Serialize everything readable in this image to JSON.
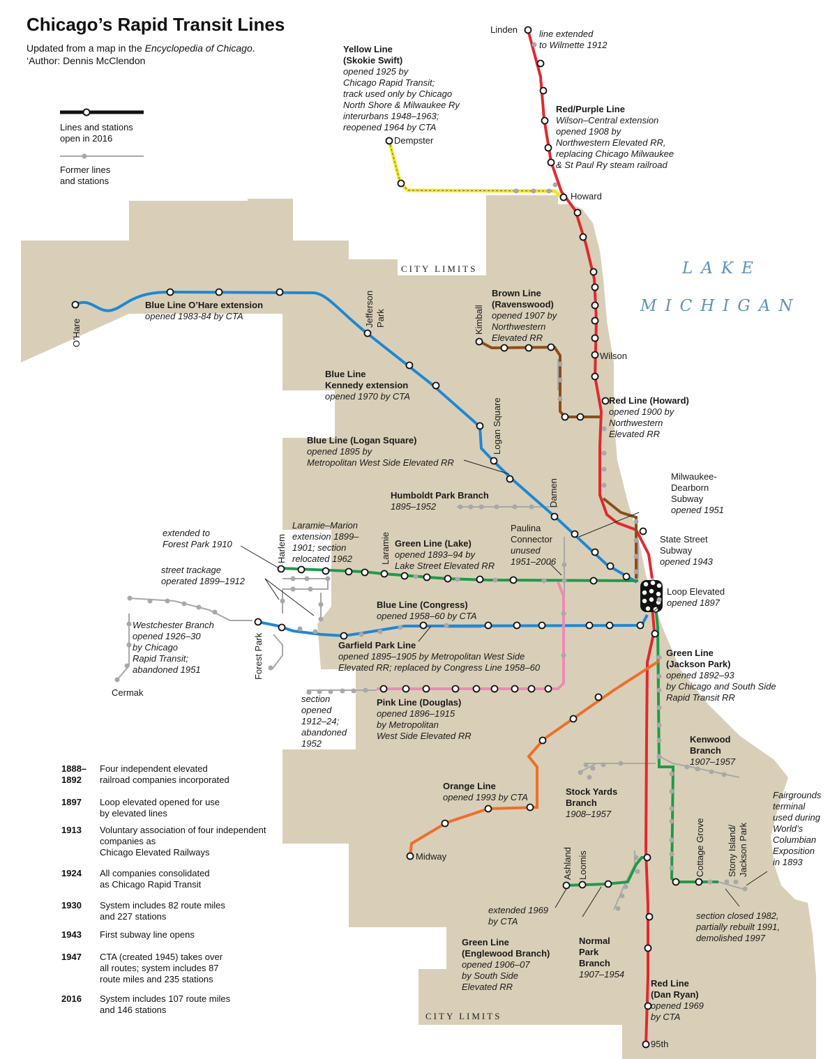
{
  "title": "Chicago’s Rapid Transit Lines",
  "subtitle": {
    "line1_pre": "Updated from a map in the ",
    "line1_italic": "Encyclopedia of Chicago",
    "line1_post": ".",
    "line2": "‘Author: Dennis McClendon"
  },
  "legend": {
    "current": [
      "Lines and stations",
      "open in 2016"
    ],
    "former": [
      "Former lines",
      "and stations"
    ]
  },
  "lake_label": [
    "LAKE",
    "MICHIGAN"
  ],
  "city_limits_label": "CITY LIMITS",
  "colors": {
    "land": "#d9cfb8",
    "blue": "#1e88d4",
    "red": "#e2282f",
    "green": "#1f9a4a",
    "brown": "#8b4e1a",
    "pink": "#ec8ab4",
    "orange": "#ef6e2a",
    "yellow": "#f4e623",
    "former": "#a8a8a8",
    "lake_text": "#5c93b8"
  },
  "stations": {
    "linden": "Linden",
    "dempster": "Dempster",
    "howard": "Howard",
    "ohare": "O’Hare",
    "jefferson_park": [
      "Jefferson",
      "Park"
    ],
    "kimball": "Kimball",
    "wilson": "Wilson",
    "logan_square": "Logan Square",
    "damen": "Damen",
    "harlem": "Harlem",
    "laramie": "Laramie",
    "forest_park": "Forest Park",
    "cermak": "Cermak",
    "midway": "Midway",
    "ashland": "Ashland",
    "loomis": "Loomis",
    "cottage_grove": "Cottage Grove",
    "stony_island": [
      "Stony Island/",
      "Jackson Park"
    ],
    "stop_95th": "95th"
  },
  "annotations": {
    "wilmette": [
      "line extended",
      "to Wilmette 1912"
    ],
    "yellow_line": {
      "title": [
        "Yellow Line",
        "(Skokie Swift)"
      ],
      "body": [
        "opened 1925 by",
        "Chicago Rapid Transit;",
        "track used only by Chicago",
        "North Shore & Milwaukee Ry",
        "interurbans 1948–1963;",
        "reopened 1964 by CTA"
      ]
    },
    "red_purple": {
      "title": [
        "Red/Purple Line"
      ],
      "body": [
        "Wilson–Central extension",
        "opened 1908 by",
        "Northwestern Elevated RR,",
        "replacing Chicago Milwaukee",
        "& St Paul Ry steam railroad"
      ]
    },
    "blue_ohare": {
      "title": [
        "Blue Line O’Hare extension"
      ],
      "body": [
        "opened 1983-84 by CTA"
      ]
    },
    "brown_line": {
      "title": [
        "Brown Line",
        "(Ravenswood)"
      ],
      "body": [
        "opened 1907 by",
        "Northwestern",
        "Elevated RR"
      ]
    },
    "blue_kennedy": {
      "title": [
        "Blue Line",
        "Kennedy extension"
      ],
      "body": [
        "opened 1970 by CTA"
      ]
    },
    "red_howard": {
      "title": [
        "Red Line (Howard)"
      ],
      "body": [
        "opened 1900 by",
        "Northwestern",
        "Elevated RR"
      ]
    },
    "blue_logan": {
      "title": [
        "Blue Line (Logan Square)"
      ],
      "body": [
        "opened 1895 by",
        "Metropolitan West Side Elevated RR"
      ]
    },
    "humboldt": {
      "title": [
        "Humboldt Park Branch"
      ],
      "body": [
        "1895–1952"
      ]
    },
    "milwaukee_dearborn": {
      "body": [
        "Milwaukee-",
        "Dearborn",
        "Subway"
      ],
      "italic": [
        "opened 1951"
      ]
    },
    "paulina": {
      "body": [
        "Paulina",
        "Connector"
      ],
      "italic": [
        "unused",
        "1951–2006"
      ]
    },
    "forest_park_ext": [
      "extended to",
      "Forest Park 1910"
    ],
    "laramie_marion": [
      "Laramie–Marion",
      "extension 1899–",
      "1901; section",
      "relocated 1962"
    ],
    "green_lake": {
      "title": [
        "Green Line (Lake)"
      ],
      "body": [
        "opened 1893–94 by",
        "Lake Street Elevated RR"
      ]
    },
    "state_street": {
      "body": [
        "State Street",
        "Subway"
      ],
      "italic": [
        "opened 1943"
      ]
    },
    "street_trackage": [
      "street trackage",
      "operated 1899–1912"
    ],
    "loop": {
      "body": [
        "Loop Elevated"
      ],
      "italic": [
        "opened 1897"
      ]
    },
    "westchester": [
      "Westchester Branch",
      "opened 1926–30",
      "by Chicago",
      "Rapid Transit;",
      "abandoned 1951"
    ],
    "blue_congress": {
      "title": [
        "Blue Line (Congress)"
      ],
      "body": [
        "opened 1958–60 by CTA"
      ]
    },
    "garfield": {
      "title": [
        "Garfield Park Line"
      ],
      "body": [
        "opened 1895–1905 by Metropolitan West Side",
        "Elevated RR; replaced by Congress Line 1958–60"
      ]
    },
    "green_jackson": {
      "title": [
        "Green Line",
        "(Jackson Park)"
      ],
      "body": [
        "opened 1892–93",
        "by Chicago and South Side",
        "Rapid Transit RR"
      ]
    },
    "pink_line": {
      "title": [
        "Pink Line (Douglas)"
      ],
      "body": [
        "opened 1896–1915",
        "by Metropolitan",
        "West Side Elevated RR"
      ]
    },
    "section_1912": [
      "section",
      "opened",
      "1912–24;",
      "abandoned",
      "1952"
    ],
    "kenwood": {
      "title": [
        "Kenwood",
        "Branch"
      ],
      "body": [
        "1907–1957"
      ]
    },
    "orange_line": {
      "title": [
        "Orange Line"
      ],
      "body": [
        "opened 1993 by CTA"
      ]
    },
    "stock_yards": {
      "title": [
        "Stock Yards",
        "Branch"
      ],
      "body": [
        "1908–1957"
      ]
    },
    "fairgrounds": [
      "Fairgrounds",
      "terminal",
      "used during",
      "World’s",
      "Columbian",
      "Exposition",
      "in 1893"
    ],
    "extended_1969": [
      "extended 1969",
      "by CTA"
    ],
    "section_closed": [
      "section closed 1982,",
      "partially rebuilt 1991,",
      "demolished 1997"
    ],
    "green_englewood": {
      "title": [
        "Green Line",
        "(Englewood Branch)"
      ],
      "body": [
        "opened 1906–07",
        "by South Side",
        "Elevated RR"
      ]
    },
    "normal_park": {
      "title": [
        "Normal",
        "Park",
        "Branch"
      ],
      "body": [
        "1907–1954"
      ]
    },
    "red_dan_ryan": {
      "title": [
        "Red Line",
        "(Dan Ryan)"
      ],
      "body": [
        "opened 1969",
        "by CTA"
      ]
    }
  },
  "timeline": [
    {
      "year": [
        "1888–",
        "1892"
      ],
      "text": [
        "Four independent elevated",
        "railroad companies incorporated"
      ]
    },
    {
      "year": [
        "1897"
      ],
      "text": [
        "Loop elevated opened for use",
        "by elevated lines"
      ]
    },
    {
      "year": [
        "1913"
      ],
      "text": [
        "Voluntary association of four independent",
        "companies as",
        "Chicago Elevated Railways"
      ]
    },
    {
      "year": [
        "1924"
      ],
      "text": [
        "All companies consolidated",
        "as Chicago Rapid Transit"
      ]
    },
    {
      "year": [
        "1930"
      ],
      "text": [
        "System includes 82 route miles",
        "and 227 stations"
      ]
    },
    {
      "year": [
        "1943"
      ],
      "text": [
        "First subway line opens"
      ]
    },
    {
      "year": [
        "1947"
      ],
      "text": [
        "CTA (created 1945) takes over",
        "all routes; system includes 87",
        "route miles and 235 stations"
      ]
    },
    {
      "year": [
        "2016"
      ],
      "text": [
        "System includes 107 route miles",
        "and 146 stations"
      ]
    }
  ]
}
